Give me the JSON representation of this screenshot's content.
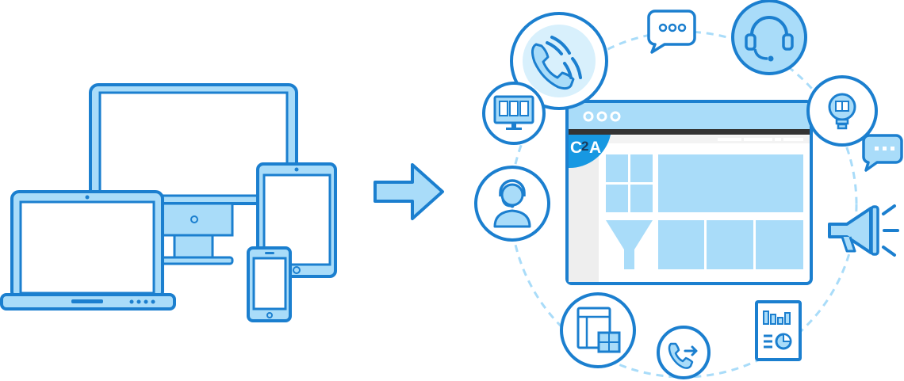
{
  "colors": {
    "stroke": "#1b7fcf",
    "fill_light": "#a9dcf9",
    "fill_pale": "#d8f0fc",
    "logo_blue": "#1798e2",
    "dark_bar": "#333333",
    "white": "#ffffff",
    "sidebar_gray": "#eeeeee",
    "dashed_ring": "#a9dcf9"
  },
  "logo": {
    "letter_c": "C",
    "digit_2": "2",
    "letter_a": "A"
  },
  "icons": {
    "devices": [
      "laptop-icon",
      "desktop-monitor-icon",
      "tablet-icon",
      "smartphone-icon"
    ],
    "arrow": "right-arrow-icon",
    "surrounding": [
      "call-waves-icon",
      "chat-bubble-icon",
      "headset-icon",
      "monitor-dashboard-icon",
      "lightbulb-idea-icon",
      "message-bubble-icon",
      "agent-with-headset-icon",
      "megaphone-icon",
      "document-calculator-icon",
      "call-forward-icon",
      "report-chart-icon"
    ]
  }
}
